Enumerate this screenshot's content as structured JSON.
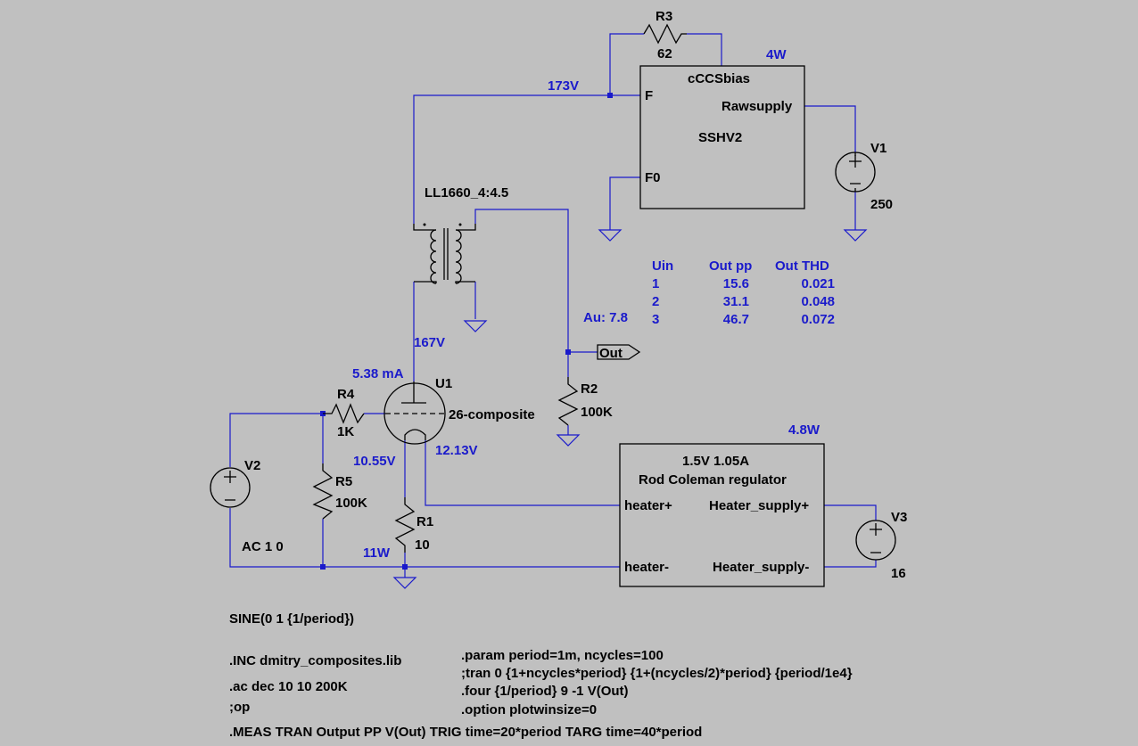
{
  "components": {
    "r3": {
      "name": "R3",
      "value": "62"
    },
    "r4": {
      "name": "R4",
      "value": "1K"
    },
    "r5": {
      "name": "R5",
      "value": "100K"
    },
    "r2": {
      "name": "R2",
      "value": "100K"
    },
    "r1": {
      "name": "R1",
      "value": "10"
    },
    "v1": {
      "name": "V1",
      "value": "250"
    },
    "v2": {
      "name": "V2",
      "value": "AC 1 0"
    },
    "v3": {
      "name": "V3",
      "value": "16"
    },
    "u1": {
      "name": "U1",
      "model": "26-composite"
    },
    "transformer": {
      "name": "LL1660_4:4.5"
    },
    "out_port": {
      "label": "Out"
    }
  },
  "ccs_block": {
    "title": "cCCSbias",
    "subtitle": "SSHV2",
    "pin_f": "F",
    "pin_f0": "F0",
    "pin_raw": "Rawsupply",
    "power": "4W"
  },
  "heater_block": {
    "title1": "1.5V 1.05A",
    "title2": "Rod Coleman regulator",
    "pin_hp": "heater+",
    "pin_hm": "heater-",
    "pin_sp": "Heater_supply+",
    "pin_sm": "Heater_supply-",
    "power": "4.8W"
  },
  "annotations": {
    "v173": "173V",
    "v167": "167V",
    "i_plate": "5.38 mA",
    "v_cath1": "10.55V",
    "v_cath2": "12.13V",
    "p_r1": "11W",
    "gain": "Au: 7.8"
  },
  "table": {
    "headers": [
      "Uin",
      "Out pp",
      "Out THD"
    ],
    "rows": [
      [
        "1",
        "15.6",
        "0.021"
      ],
      [
        "2",
        "31.1",
        "0.048"
      ],
      [
        "3",
        "46.7",
        "0.072"
      ]
    ]
  },
  "directives": {
    "sine": "SINE(0 1 {1/period})",
    "inc": ".INC dmitry_composites.lib",
    "ac": ".ac dec 10 10 200K",
    "op": ";op",
    "param": ".param period=1m, ncycles=100",
    "tran": ";tran 0 {1+ncycles*period} {1+(ncycles/2)*period} {period/1e4}",
    "four": ".four {1/period} 9 -1 V(Out)",
    "option": ".option plotwinsize=0",
    "meas": ".MEAS TRAN Output PP V(Out) TRIG time=20*period TARG time=40*period"
  }
}
